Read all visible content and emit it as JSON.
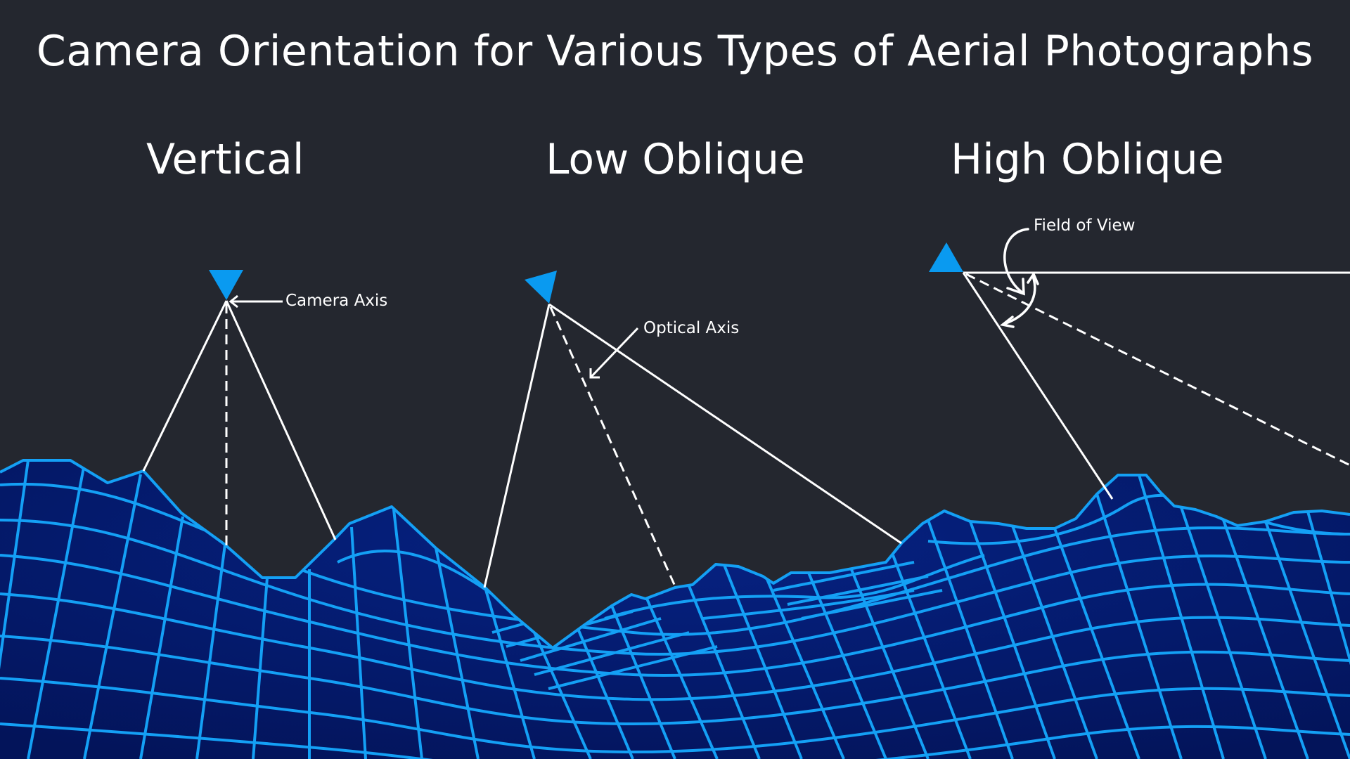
{
  "title": "Camera Orientation for Various Types of Aerial Photographs",
  "panels": [
    {
      "heading": "Vertical",
      "annotation": "Camera Axis"
    },
    {
      "heading": "Low Oblique",
      "annotation": "Optical Axis"
    },
    {
      "heading": "High Oblique",
      "annotation": "Field of View"
    }
  ],
  "colors": {
    "background": "#24272f",
    "camera": "#0a9af0",
    "terrain_fill": "#041b66",
    "terrain_grid": "#14a0f5",
    "lines": "#ffffff"
  }
}
